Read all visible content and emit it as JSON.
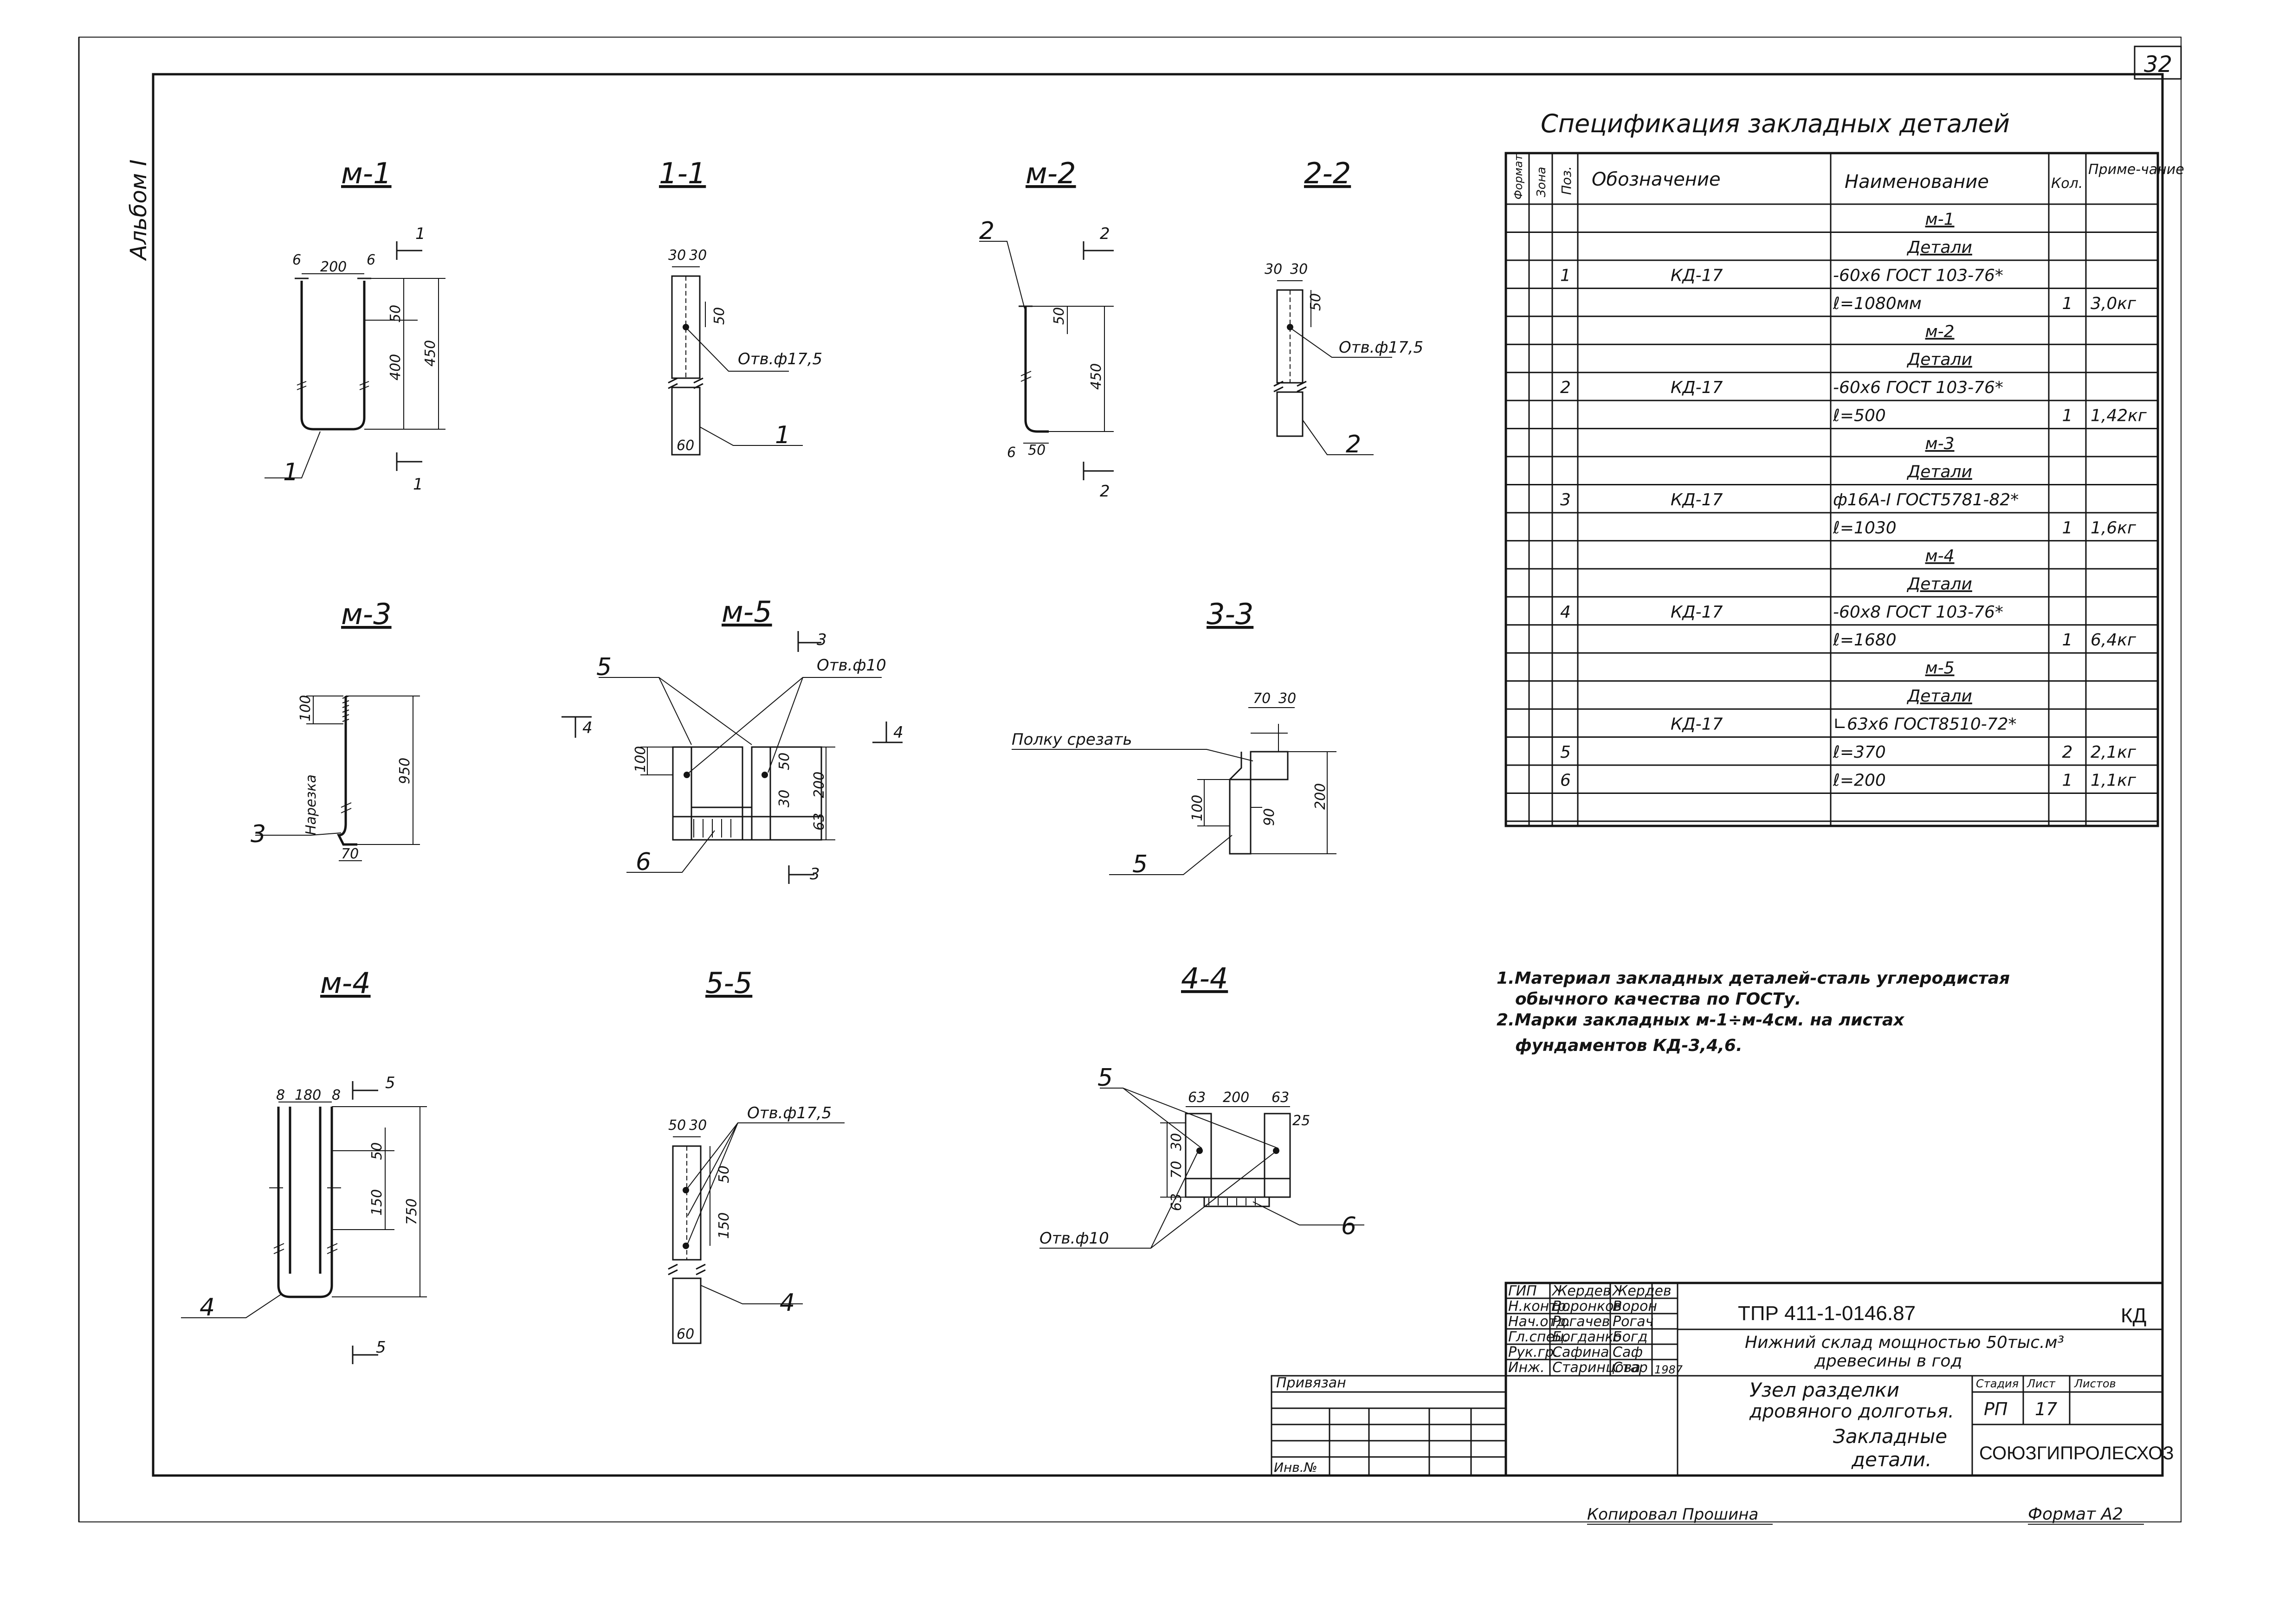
{
  "sheet": {
    "page_number": "32",
    "album_label": "Альбом I",
    "bottom_signature": "Копировал Прошина",
    "format_label": "Формат А2"
  },
  "drawings": {
    "m1": {
      "title": "м-1",
      "dims": [
        "6",
        "200",
        "6",
        "50",
        "400",
        "450"
      ],
      "leader": "1",
      "section_marks": [
        "1",
        "1"
      ]
    },
    "s11": {
      "title": "1-1",
      "dims": [
        "30",
        "30",
        "50",
        "60"
      ],
      "hole": "Отв.ф17,5",
      "leader": "1"
    },
    "m2": {
      "title": "м-2",
      "dims": [
        "50",
        "450",
        "6",
        "50"
      ],
      "leader": "2",
      "section_marks": [
        "2",
        "2"
      ]
    },
    "s22": {
      "title": "2-2",
      "dims": [
        "30",
        "30",
        "50"
      ],
      "hole": "Отв.ф17,5",
      "leader": "2"
    },
    "m3": {
      "title": "м-3",
      "dims": [
        "100",
        "950",
        "70"
      ],
      "side_text": "Нарезка",
      "leader": "3"
    },
    "m5": {
      "title": "м-5",
      "dims": [
        "100",
        "50",
        "200",
        "30",
        "63"
      ],
      "hole": "Отв.ф10",
      "leaders": [
        "5",
        "6"
      ],
      "section_marks": [
        "3",
        "3",
        "4",
        "4"
      ]
    },
    "s33": {
      "title": "3-3",
      "dims": [
        "70",
        "30",
        "100",
        "90",
        "200"
      ],
      "cut_note": "Полку срезать",
      "leader": "5"
    },
    "m4": {
      "title": "м-4",
      "dims": [
        "8",
        "180",
        "8",
        "50",
        "150",
        "750"
      ],
      "leader": "4",
      "section_marks": [
        "5",
        "5"
      ]
    },
    "s55": {
      "title": "5-5",
      "dims": [
        "50",
        "30",
        "50",
        "150",
        "60"
      ],
      "hole": "Отв.ф17,5",
      "leader": "4"
    },
    "s44": {
      "title": "4-4",
      "dims": [
        "63",
        "200",
        "63",
        "25",
        "63",
        "70",
        "30"
      ],
      "hole": "Отв.ф10",
      "leaders": [
        "5",
        "6"
      ]
    }
  },
  "spec": {
    "title": "Спецификация закладных деталей",
    "headers": {
      "format": "Формат",
      "zone": "Зона",
      "pos": "Поз.",
      "designation": "Обозначение",
      "name": "Наименование",
      "qty": "Кол.",
      "note": "Приме-чание"
    },
    "rows": [
      {
        "pos": "",
        "designation": "",
        "name": "м-1",
        "qty": "",
        "note": "",
        "underline": true
      },
      {
        "pos": "",
        "designation": "",
        "name": "Детали",
        "qty": "",
        "note": "",
        "underline": true
      },
      {
        "pos": "1",
        "designation": "КД-17",
        "name": "-60х6 ГОСТ 103-76*",
        "qty": "",
        "note": ""
      },
      {
        "pos": "",
        "designation": "",
        "name": "ℓ=1080мм",
        "qty": "1",
        "note": "3,0кг"
      },
      {
        "pos": "",
        "designation": "",
        "name": "м-2",
        "qty": "",
        "note": "",
        "underline": true
      },
      {
        "pos": "",
        "designation": "",
        "name": "Детали",
        "qty": "",
        "note": "",
        "underline": true
      },
      {
        "pos": "2",
        "designation": "КД-17",
        "name": "-60х6 ГОСТ 103-76*",
        "qty": "",
        "note": ""
      },
      {
        "pos": "",
        "designation": "",
        "name": "ℓ=500",
        "qty": "1",
        "note": "1,42кг"
      },
      {
        "pos": "",
        "designation": "",
        "name": "м-3",
        "qty": "",
        "note": "",
        "underline": true
      },
      {
        "pos": "",
        "designation": "",
        "name": "Детали",
        "qty": "",
        "note": "",
        "underline": true
      },
      {
        "pos": "3",
        "designation": "КД-17",
        "name": "ф16А-I ГОСТ5781-82*",
        "qty": "",
        "note": ""
      },
      {
        "pos": "",
        "designation": "",
        "name": "ℓ=1030",
        "qty": "1",
        "note": "1,6кг"
      },
      {
        "pos": "",
        "designation": "",
        "name": "м-4",
        "qty": "",
        "note": "",
        "underline": true
      },
      {
        "pos": "",
        "designation": "",
        "name": "Детали",
        "qty": "",
        "note": "",
        "underline": true
      },
      {
        "pos": "4",
        "designation": "КД-17",
        "name": "-60х8 ГОСТ 103-76*",
        "qty": "",
        "note": ""
      },
      {
        "pos": "",
        "designation": "",
        "name": "ℓ=1680",
        "qty": "1",
        "note": "6,4кг"
      },
      {
        "pos": "",
        "designation": "",
        "name": "м-5",
        "qty": "",
        "note": "",
        "underline": true
      },
      {
        "pos": "",
        "designation": "",
        "name": "Детали",
        "qty": "",
        "note": "",
        "underline": true
      },
      {
        "pos": "",
        "designation": "КД-17",
        "name": "∟63х6 ГОСТ8510-72*",
        "qty": "",
        "note": ""
      },
      {
        "pos": "5",
        "designation": "",
        "name": "ℓ=370",
        "qty": "2",
        "note": "2,1кг"
      },
      {
        "pos": "6",
        "designation": "",
        "name": "ℓ=200",
        "qty": "1",
        "note": "1,1кг"
      },
      {
        "pos": "",
        "designation": "",
        "name": "",
        "qty": "",
        "note": ""
      }
    ]
  },
  "notes": [
    "1.Материал закладных деталей-сталь углеродистая",
    "обычного качества по ГОСТу.",
    "2.Марки закладных м-1÷м-4см. на листах",
    "фундаментов КД-3,4,6."
  ],
  "stamp": {
    "doc_code": "ТПР 411-1-0146.87",
    "mark": "КД",
    "project_title_1": "Нижний склад мощностью 50тыс.м³",
    "project_title_2": "древесины в год",
    "part_title_1": "Узел разделки",
    "part_title_2": "дровяного долготья.",
    "sheet_title_1": "Закладные",
    "sheet_title_2": "детали.",
    "stage_label": "Стадия",
    "sheet_label": "Лист",
    "sheets_label": "Листов",
    "stage_value": "РП",
    "sheet_value": "17",
    "org": "СОЮЗГИПРОЛЕСХОЗ",
    "privyazan": "Привязан",
    "inv_label": "Инв.№",
    "year": "1987",
    "roles": [
      {
        "role": "ГИП",
        "name": "Жердев",
        "sign": "Жердев"
      },
      {
        "role": "Н.контр.",
        "name": "Воронков",
        "sign": "Ворон"
      },
      {
        "role": "Нач.отд.",
        "name": "Рогачев",
        "sign": "Рогач"
      },
      {
        "role": "Гл.спец.",
        "name": "Богданко",
        "sign": "Богд"
      },
      {
        "role": "Рук.гр.",
        "name": "Сафина",
        "sign": "Саф"
      },
      {
        "role": "Инж.",
        "name": "Старинцова",
        "sign": "Стар"
      }
    ]
  }
}
